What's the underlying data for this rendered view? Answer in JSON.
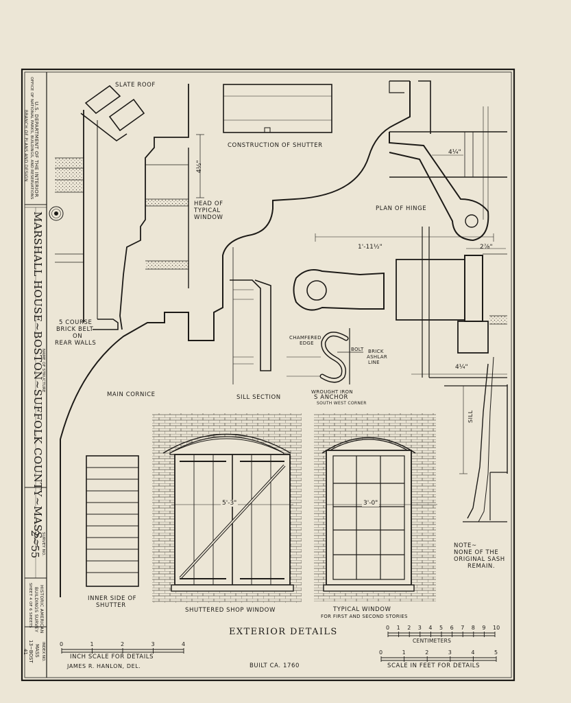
{
  "title_block": {
    "agency_line1": "U.S. DEPARTMENT OF THE INTERIOR",
    "agency_line2": "OFFICE OF NATIONAL PARKS, BUILDINGS, AND RESERVATIONS",
    "agency_line3": "BRANCH OF PLANS AND DESIGN",
    "structure_name": "MARSHALL HOUSE~BOSTON~SUFFOLK COUNTY~MASS~",
    "structure_caption": "NAME OF STRUCTURE",
    "survey_caption": "SURVEY NO.",
    "survey_number": "2~55",
    "habs_line1": "HISTORIC AMERICAN",
    "habs_line2": "BUILDINGS SURVEY",
    "sheet_line": "SHEET 4 OF 6 SHEETS",
    "index_line1": "INDEX NO.",
    "index_line2": "MASS",
    "index_line3": "13~BOST",
    "index_line4": "41"
  },
  "labels": {
    "slate_roof": "SLATE ROOF",
    "construction_of_shutter": "CONSTRUCTION OF SHUTTER",
    "head_line1": "HEAD OF",
    "head_line2": "TYPICAL",
    "head_line3": "WINDOW",
    "plan_of_hinge": "PLAN OF HINGE",
    "brick_belt_line1": "5 COURSE",
    "brick_belt_line2": "BRICK BELT",
    "brick_belt_line3": "ON",
    "brick_belt_line4": "REAR WALLS",
    "main_cornice": "MAIN CORNICE",
    "sill_section": "SILL SECTION",
    "chamfered_line1": "CHAMFERED",
    "chamfered_line2": "EDGE",
    "bolt": "BOLT",
    "brick_ashlar_line1": "BRICK",
    "brick_ashlar_line2": "ASHLAR",
    "brick_ashlar_line3": "LINE",
    "wrought_iron": "WROUGHT IRON",
    "s_anchor": "S ANCHOR",
    "south_west_corner": "SOUTH WEST CORNER",
    "inner_side_line1": "INNER SIDE OF",
    "inner_side_line2": "SHUTTER",
    "shuttered_shop_window": "SHUTTERED SHOP WINDOW",
    "typical_window": "TYPICAL WINDOW",
    "typical_window_sub": "FOR FIRST AND SECOND STORIES",
    "note_line1": "NOTE~",
    "note_line2": "NONE OF THE",
    "note_line3": "ORIGINAL SASH",
    "note_line4": "REMAIN.",
    "sill": "SILL"
  },
  "dimensions": {
    "head": "4½\"",
    "hinge_a": "4¼\"",
    "hinge_b": "1'-11½\"",
    "hinge_c": "2⅞\"",
    "hinge_d": "4¼\"",
    "shop_width": "5'-3\"",
    "window_width": "3'-0\""
  },
  "scales": {
    "inch_ticks": [
      "0",
      "1",
      "2",
      "3",
      "4"
    ],
    "inch_caption": "INCH SCALE FOR DETAILS",
    "cm_ticks": [
      "0",
      "1",
      "2",
      "3",
      "4",
      "5",
      "6",
      "7",
      "8",
      "9",
      "10"
    ],
    "cm_caption": "CENTIMETERS",
    "feet_ticks": [
      "0",
      "1",
      "2",
      "3",
      "4",
      "5"
    ],
    "feet_caption": "SCALE IN FEET FOR DETAILS"
  },
  "footer": {
    "title": "EXTERIOR DETAILS",
    "delineator": "JAMES R. HANLON, DEL.",
    "built": "BUILT CA. 1760"
  },
  "colors": {
    "paper": "#ece6d6",
    "ink": "#1c1a17"
  }
}
